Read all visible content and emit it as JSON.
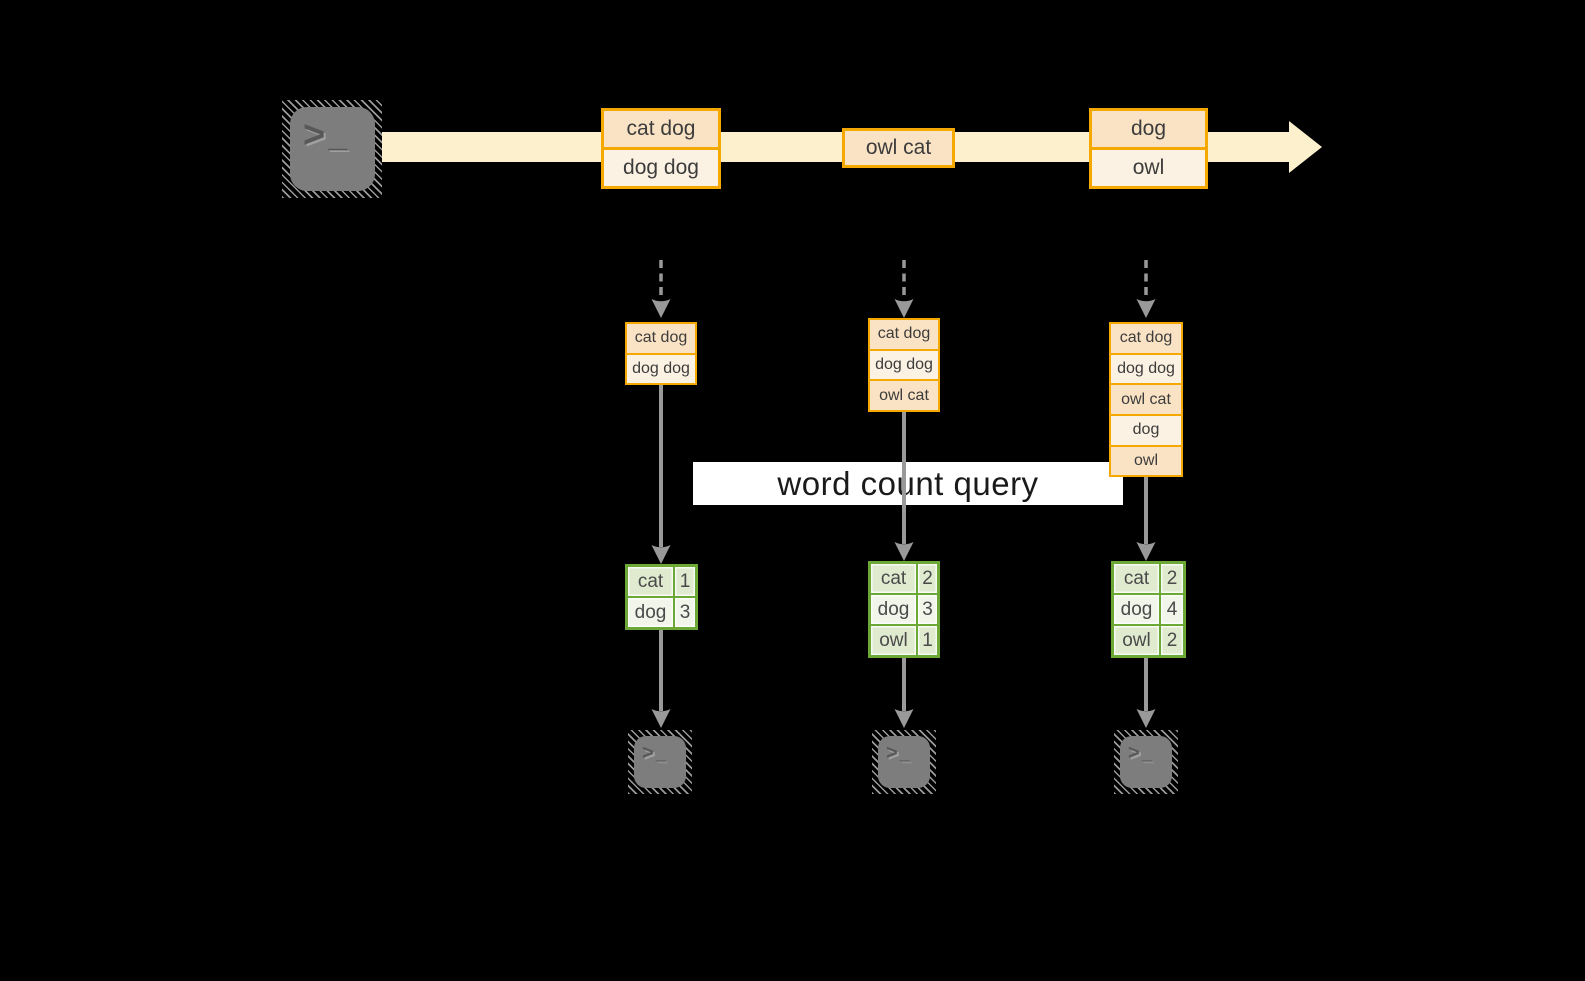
{
  "banner": {
    "label": "word count query"
  },
  "icons": {
    "terminal_chevron": ">",
    "terminal_cursor": "_"
  },
  "stream": {
    "batches": [
      {
        "records": [
          "cat dog",
          "dog dog"
        ]
      },
      {
        "records": [
          "owl cat"
        ]
      },
      {
        "records": [
          "dog",
          "owl"
        ]
      }
    ]
  },
  "columns": [
    {
      "buffer": [
        "cat dog",
        "dog dog"
      ],
      "counts": [
        {
          "word": "cat",
          "count": "1"
        },
        {
          "word": "dog",
          "count": "3"
        }
      ]
    },
    {
      "buffer": [
        "cat dog",
        "dog dog",
        "owl cat"
      ],
      "counts": [
        {
          "word": "cat",
          "count": "2"
        },
        {
          "word": "dog",
          "count": "3"
        },
        {
          "word": "owl",
          "count": "1"
        }
      ]
    },
    {
      "buffer": [
        "cat dog",
        "dog dog",
        "owl cat",
        "dog",
        "owl"
      ],
      "counts": [
        {
          "word": "cat",
          "count": "2"
        },
        {
          "word": "dog",
          "count": "4"
        },
        {
          "word": "owl",
          "count": "2"
        }
      ]
    }
  ],
  "colors": {
    "background": "#000000",
    "stream_band": "#FCF1CC",
    "record_border": "#F5A800",
    "record_fill_dark": "#FAE3C4",
    "record_fill_light": "#FCF2E3",
    "table_border": "#6CA836",
    "table_fill_dark": "#E0EACF",
    "table_fill_light": "#F1F5EA",
    "arrow_gray": "#999999",
    "terminal_gray": "#7D7D7D",
    "banner_bg": "#FFFFFF",
    "text_dark": "#3C3C3C"
  }
}
